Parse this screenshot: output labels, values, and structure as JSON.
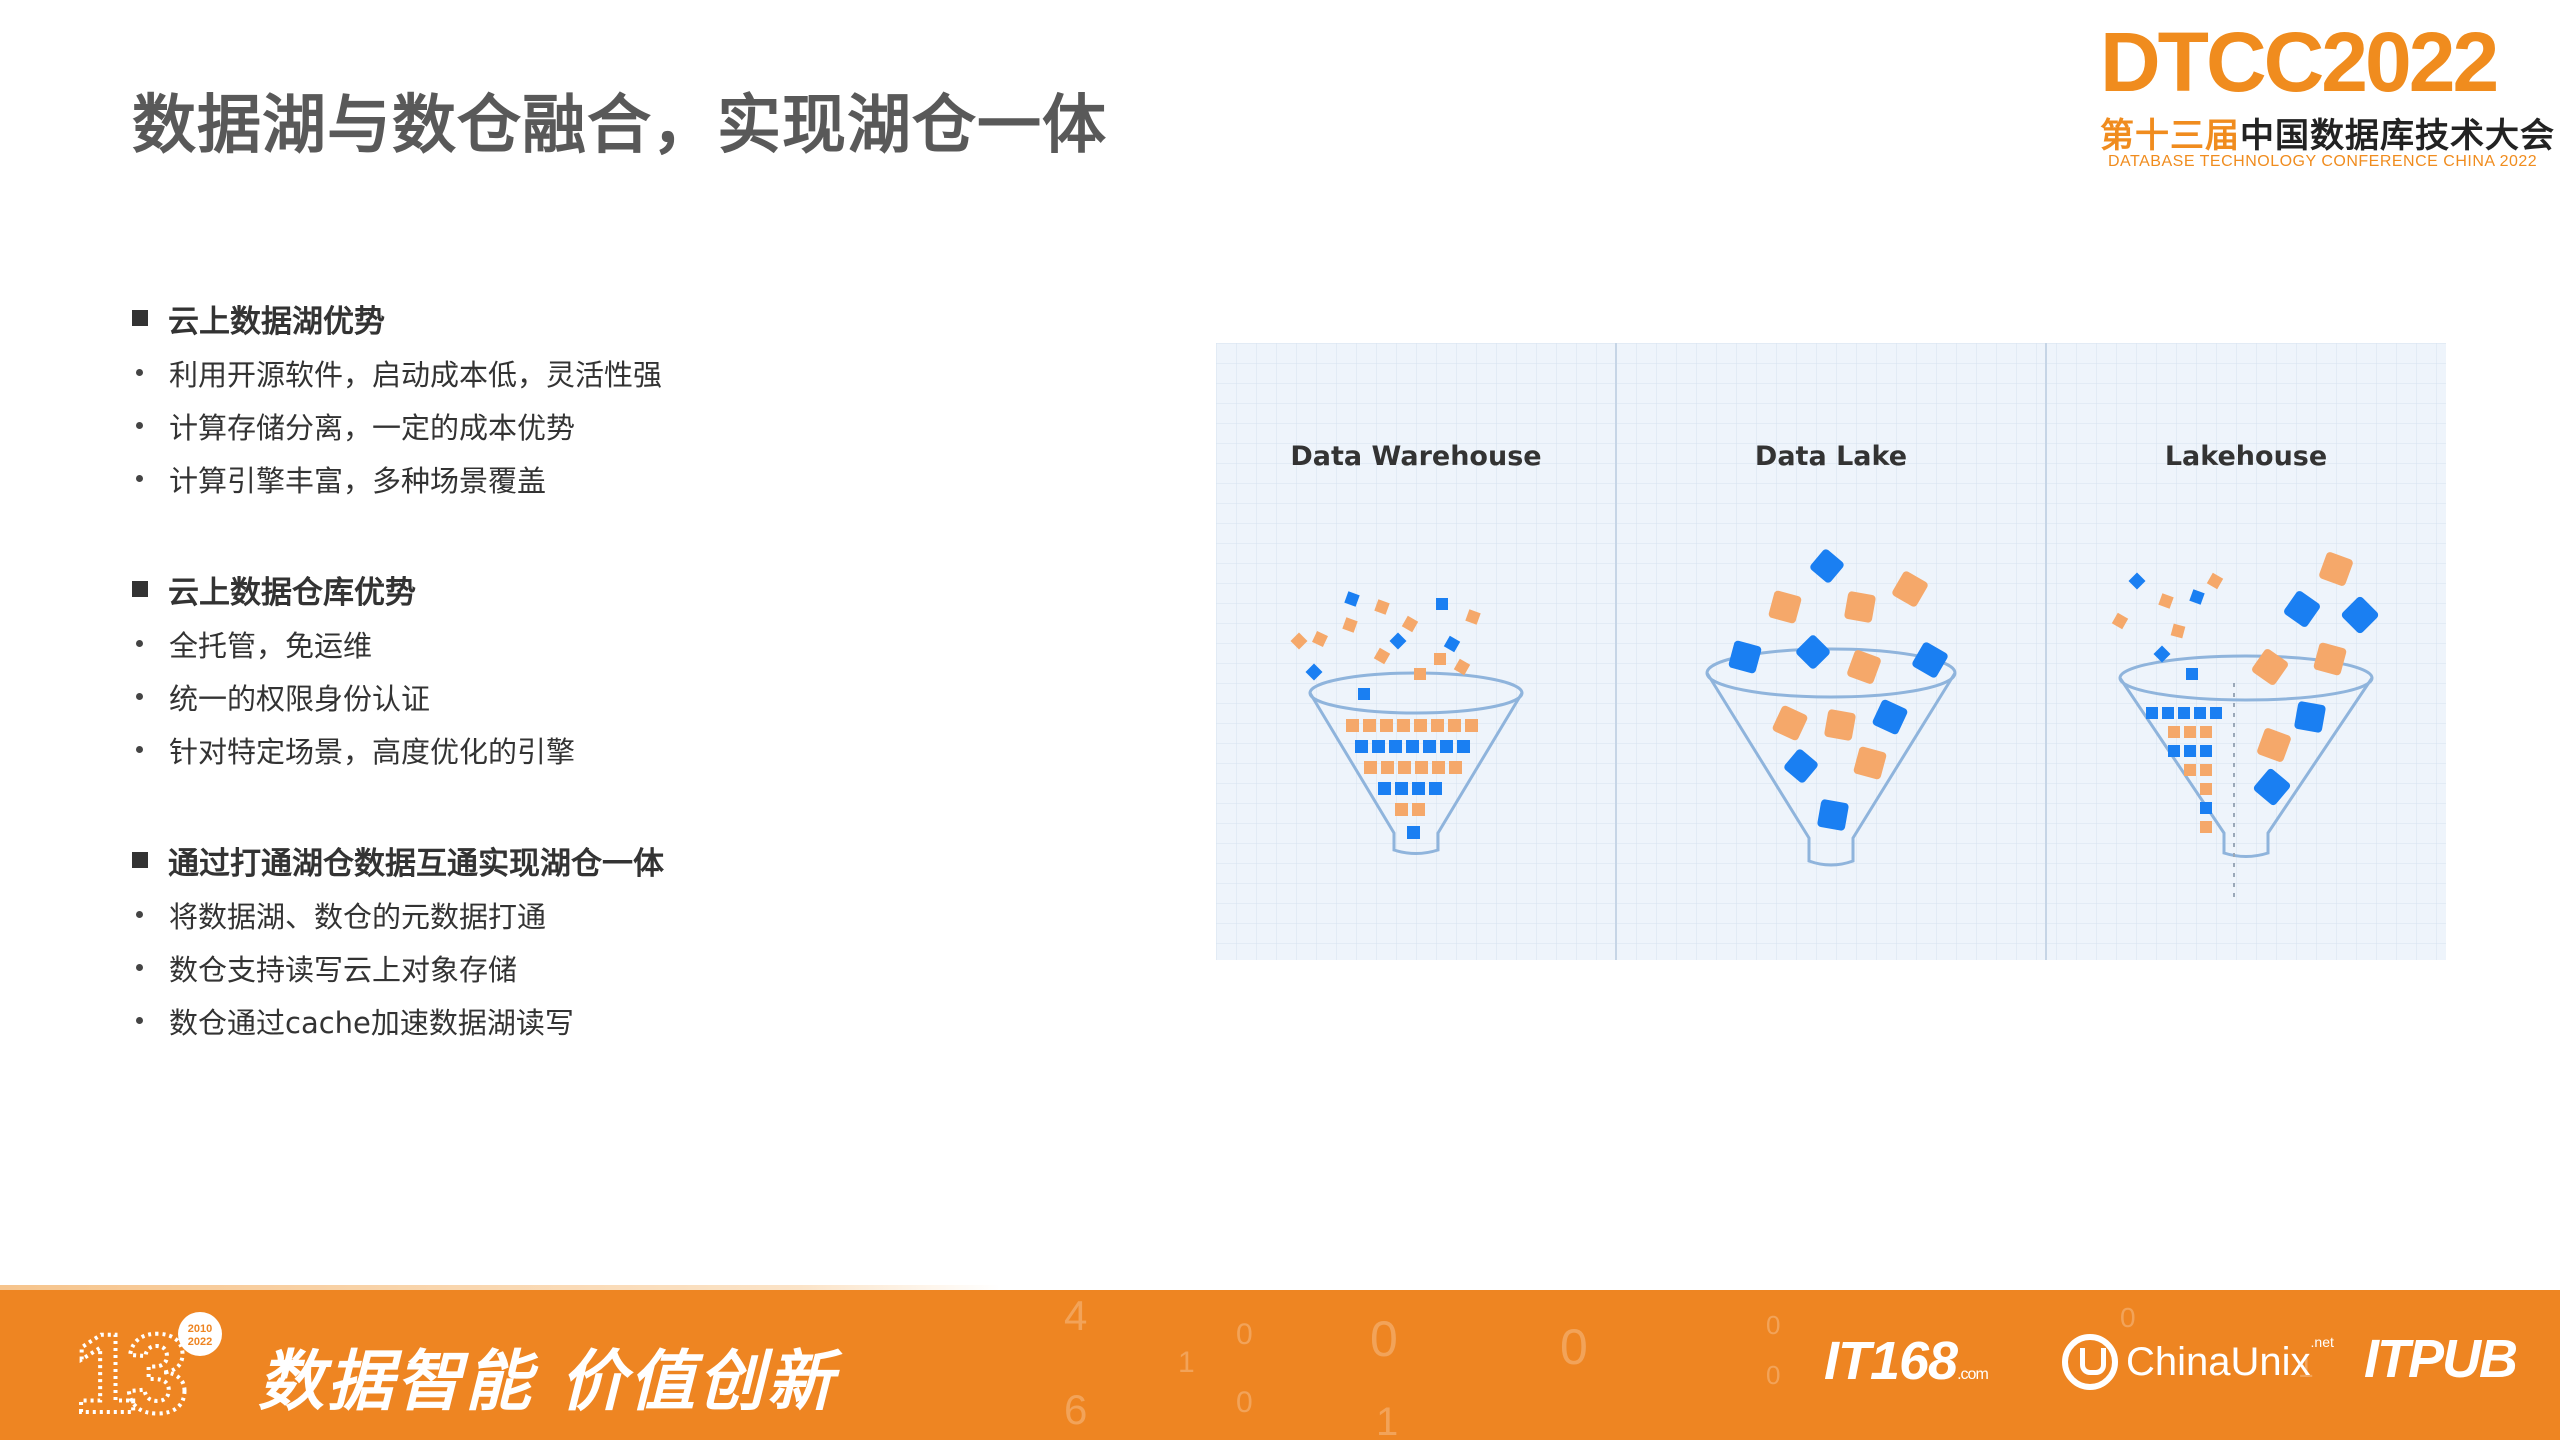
{
  "slide": {
    "title": "数据湖与数仓融合，实现湖仓一体"
  },
  "logo": {
    "main": "DTCC2022",
    "cn_orange": "第十三届",
    "cn_dark": "中国数据库技术大会",
    "en": "DATABASE  TECHNOLOGY  CONFERENCE CHINA 2022"
  },
  "sections": [
    {
      "heading": "云上数据湖优势",
      "bullets": [
        "利用开源软件，启动成本低，灵活性强",
        "计算存储分离，一定的成本优势",
        "计算引擎丰富，多种场景覆盖"
      ]
    },
    {
      "heading": "云上数据仓库优势",
      "bullets": [
        "全托管，免运维",
        "统一的权限身份认证",
        "针对特定场景，高度优化的引擎"
      ]
    },
    {
      "heading": "通过打通湖仓数据互通实现湖仓一体",
      "bullets": [
        "将数据湖、数仓的元数据打通",
        "数仓支持读写云上对象存储",
        "数仓通过cache加速数据湖读写"
      ]
    }
  ],
  "figure": {
    "panels": [
      "Data Warehouse",
      "Data Lake",
      "Lakehouse"
    ],
    "colors": {
      "blue": "#1a7ff2",
      "orange": "#f5a86a",
      "grid_bg": "#eef4fb",
      "grid_line": "#d6e2ef",
      "funnel": "#8fb4dc"
    }
  },
  "footer": {
    "slogan": "数据智能  价值创新",
    "badge_number": "13",
    "badge_years": [
      "2010",
      "2022"
    ],
    "partners": {
      "it168": "IT168",
      "it168_suffix": ".com",
      "chinaunix": "ChinaUnix",
      "chinaunix_suffix": ".net",
      "itpub": "ITPUB"
    },
    "bg_color": "#ee8522"
  }
}
